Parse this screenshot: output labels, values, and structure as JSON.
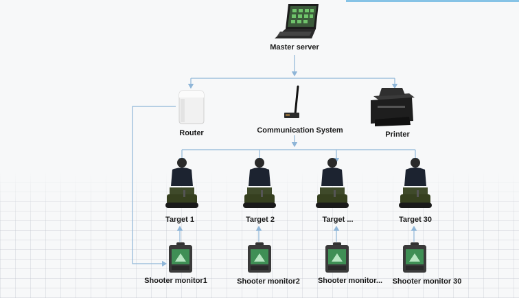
{
  "colors": {
    "connector": "#8fb6d8",
    "accent_bar": "#86c3e6",
    "background": "#f7f8f9"
  },
  "icons": {
    "server": "laptop-icon",
    "router": "router-icon",
    "comm": "antenna-icon",
    "printer": "printer-icon",
    "target": "soldier-target-robot-icon",
    "monitor": "shooter-monitor-case-icon"
  },
  "nodes": {
    "server": "Master server",
    "router": "Router",
    "comm": "Communication System",
    "printer": "Printer"
  },
  "targets": [
    {
      "label": "Target 1"
    },
    {
      "label": "Target 2"
    },
    {
      "label": "Target ..."
    },
    {
      "label": "Target 30"
    }
  ],
  "monitors": [
    {
      "label": "Shooter monitor1"
    },
    {
      "label": "Shooter monitor2"
    },
    {
      "label": "Shooter monitor..."
    },
    {
      "label": "Shooter monitor 30"
    }
  ]
}
